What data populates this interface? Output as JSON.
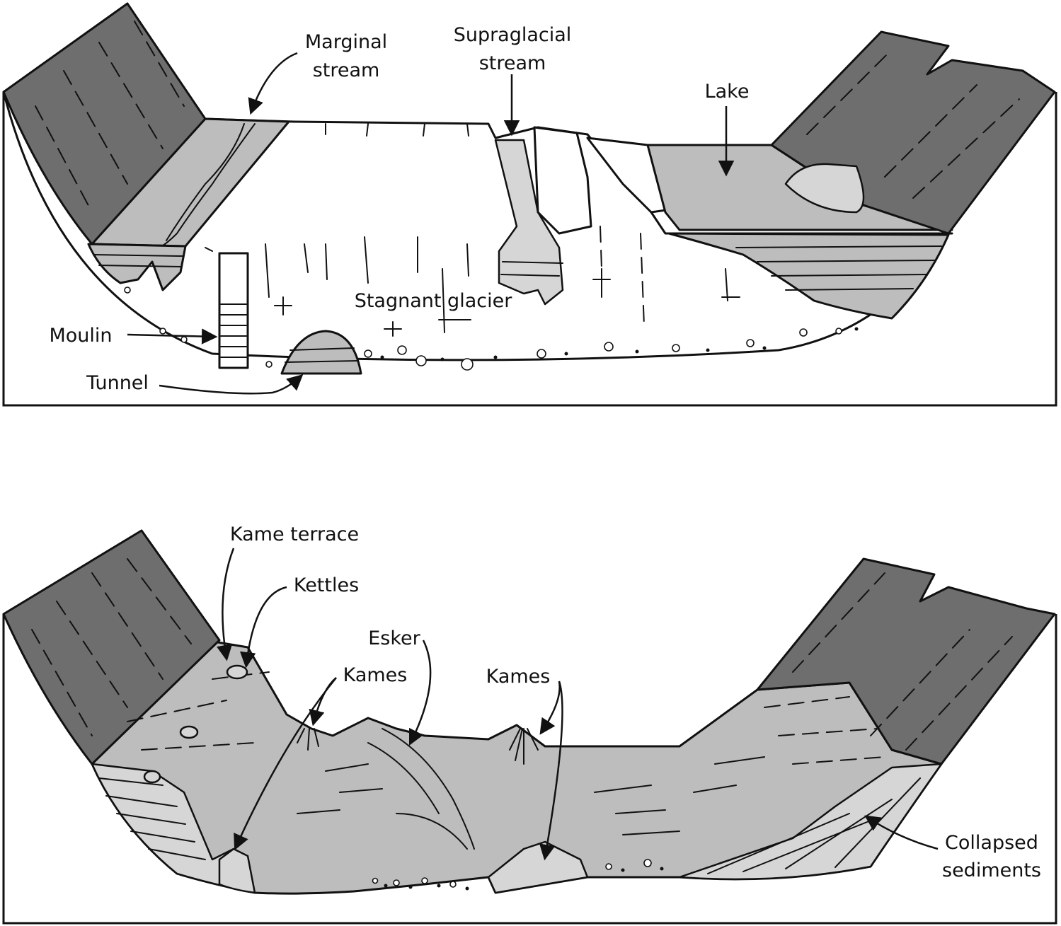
{
  "top_diagram": {
    "labels": {
      "marginal_stream_line1": "Marginal",
      "marginal_stream_line2": "stream",
      "supraglacial_stream_line1": "Supraglacial",
      "supraglacial_stream_line2": "stream",
      "lake": "Lake",
      "stagnant_glacier": "Stagnant glacier",
      "moulin": "Moulin",
      "tunnel": "Tunnel"
    }
  },
  "bottom_diagram": {
    "labels": {
      "kame_terrace": "Kame terrace",
      "kettles": "Kettles",
      "esker": "Esker",
      "kames_left": "Kames",
      "kames_right": "Kames",
      "collapsed_sediments_line1": "Collapsed",
      "collapsed_sediments_line2": "sediments"
    }
  },
  "colors": {
    "bedrock": "#6e6e6e",
    "sediment": "#bdbdbd",
    "ice": "#ffffff",
    "outline": "#111111"
  }
}
